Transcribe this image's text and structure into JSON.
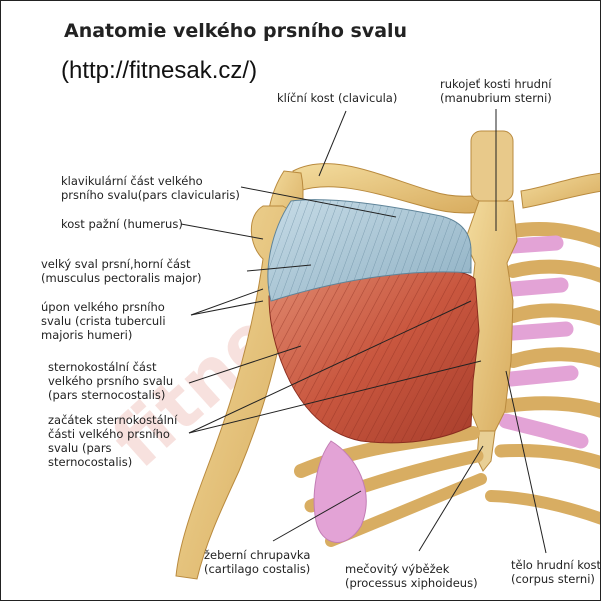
{
  "title": "Anatomie velkého prsního svalu",
  "source": "(http://fitnesak.cz/)",
  "watermark": "fitnesak",
  "labels": {
    "clavicula": [
      "klíční kost (clavicula)"
    ],
    "manubrium": [
      "rukojeť kosti hrudní",
      "(manubrium sterni)"
    ],
    "pars_clavicularis": [
      "klavikulární část velkého",
      "prsního svalu(pars clavicularis)"
    ],
    "humerus": [
      "kost pažní (humerus)"
    ],
    "pectoralis_major": [
      "velký sval prsní,horní část",
      "(musculus pectoralis major)"
    ],
    "crista": [
      "úpon velkého prsního",
      "svalu (crista tuberculi",
      "majoris humeri)"
    ],
    "pars_sternocostalis": [
      "sternokostální část",
      "velkého prsního svalu",
      "(pars sternocostalis)"
    ],
    "zacatek": [
      "začátek sternokostální",
      "části velkého prsního",
      "svalu (pars",
      "sternocostalis)"
    ],
    "cartilago": [
      "žeberní chrupavka",
      "(cartilago costalis)"
    ],
    "xiphoideus": [
      "mečovitý výběžek",
      "(processus xiphoideus)"
    ],
    "corpus": [
      "tělo hrudní kosti",
      "(corpus sterni)"
    ]
  },
  "colors": {
    "bone": "#e9c97e",
    "bone_shadow": "#c89a4a",
    "cartilage": "#e3a3d6",
    "muscle": "#c9573f",
    "muscle_light": "#e08468",
    "clavicular_head": "#a9c7d6",
    "watermark": "#f2c9c4"
  }
}
